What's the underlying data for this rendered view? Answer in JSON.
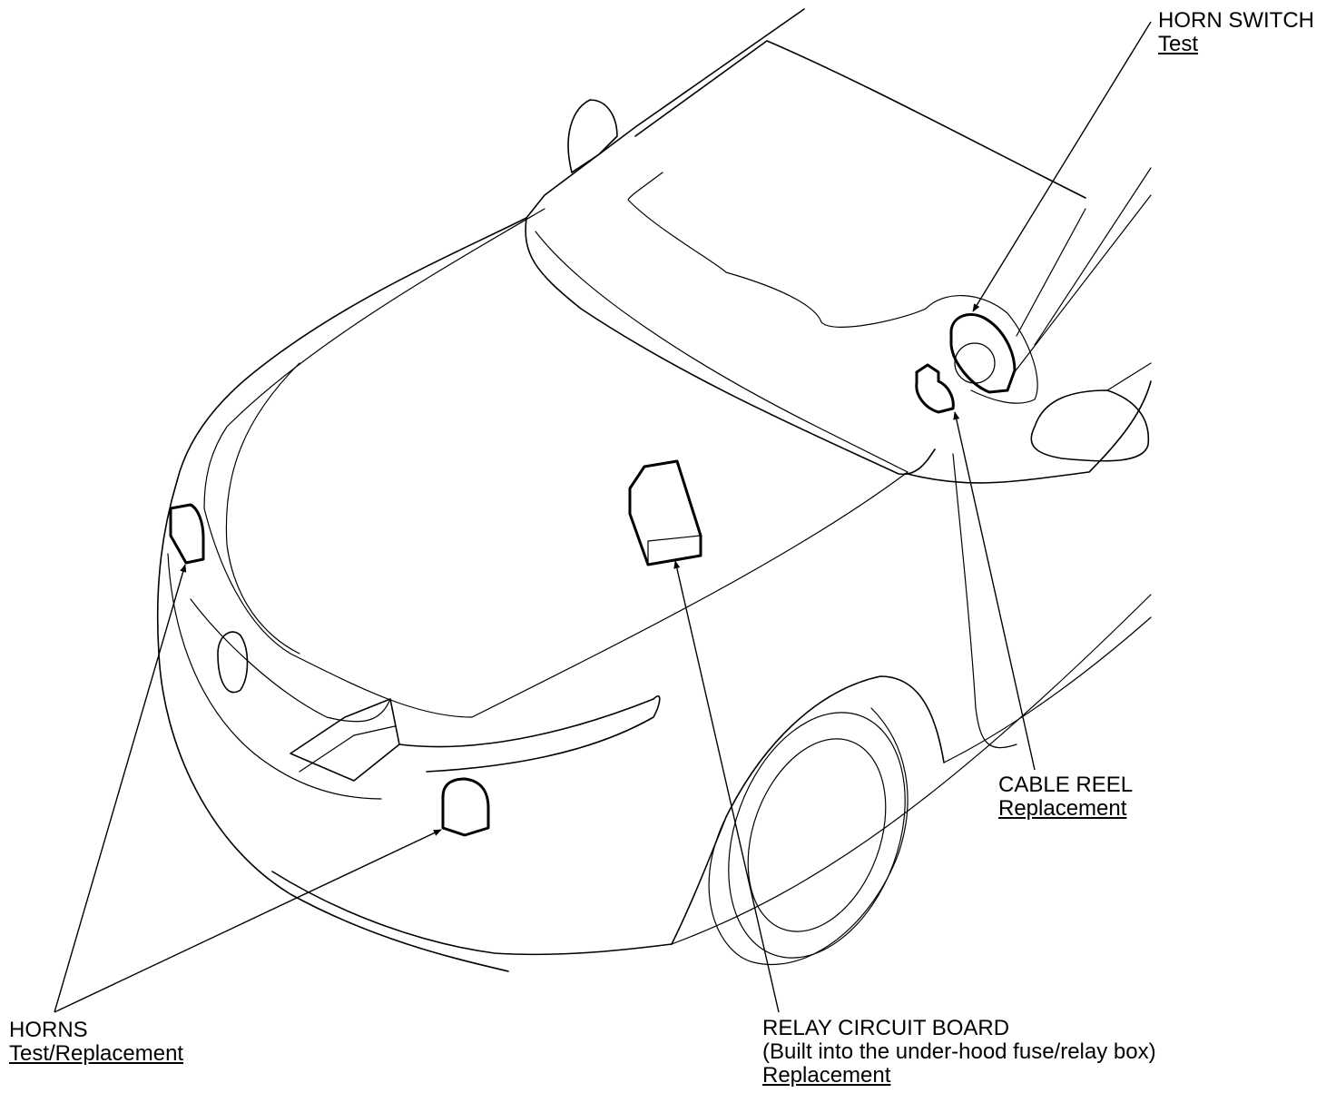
{
  "callouts": {
    "horn_switch": {
      "title": "HORN SWITCH",
      "action": "Test"
    },
    "cable_reel": {
      "title": "CABLE REEL",
      "action": "Replacement"
    },
    "relay_circuit_board": {
      "title": "RELAY CIRCUIT BOARD",
      "subtitle": "(Built into the under-hood fuse/relay box)",
      "action": "Replacement"
    },
    "horns": {
      "title": "HORNS",
      "action": "Test/Replacement"
    }
  },
  "colors": {
    "line": "#000000",
    "background": "#ffffff"
  }
}
